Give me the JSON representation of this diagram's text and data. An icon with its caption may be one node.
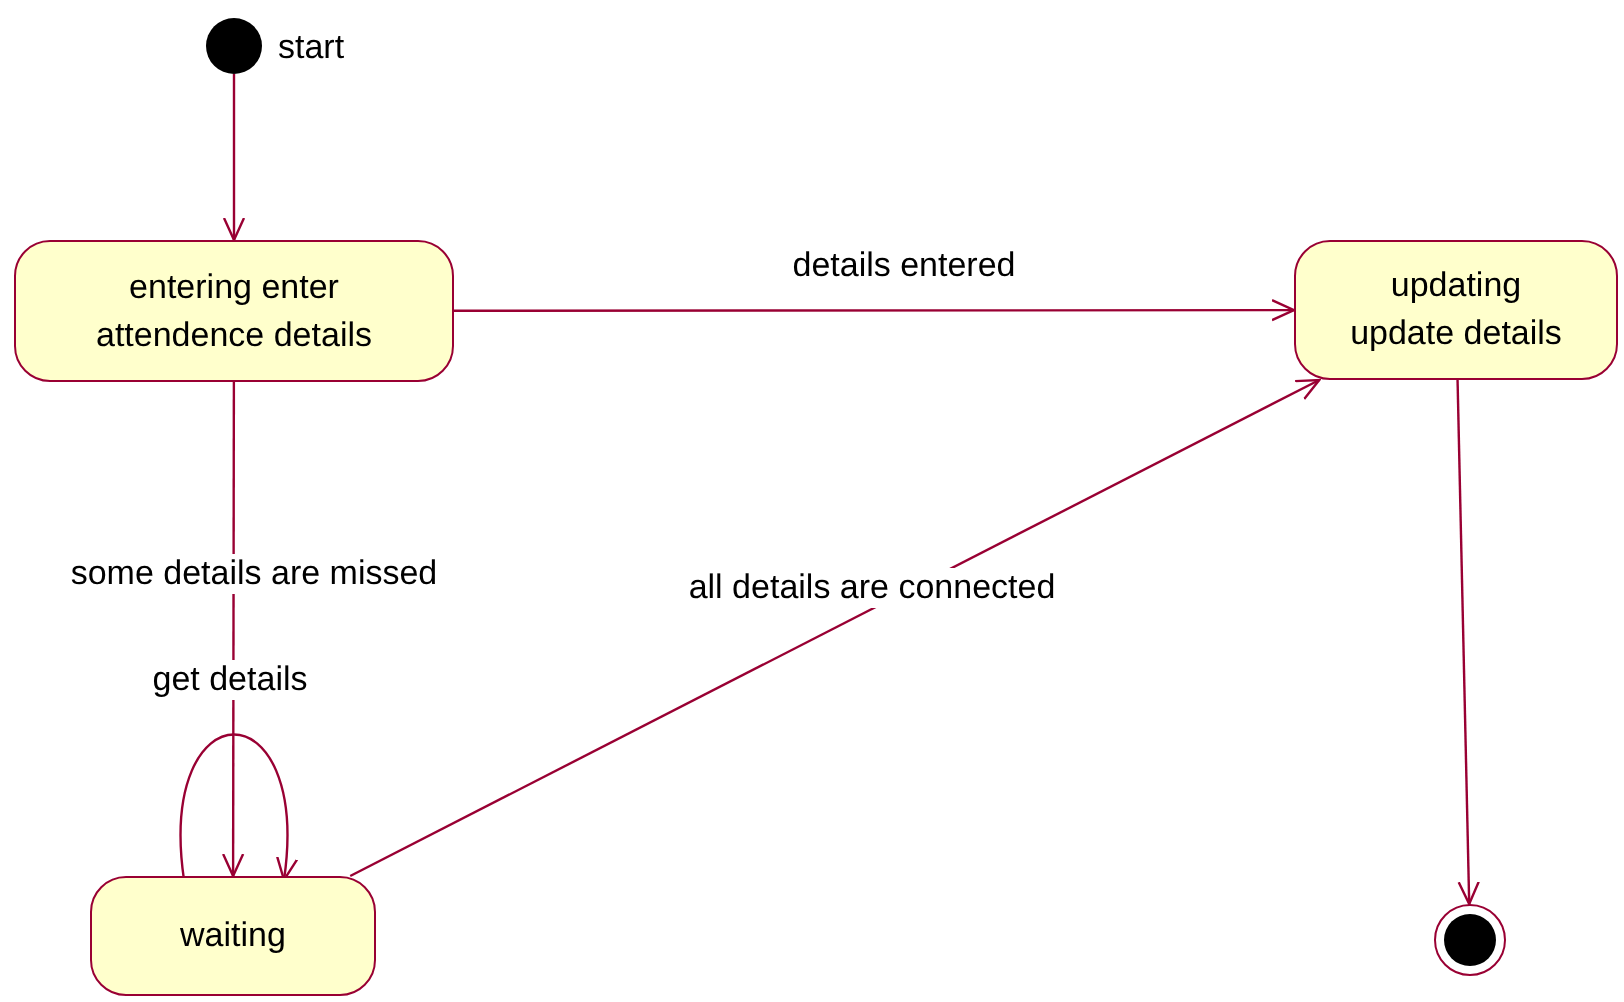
{
  "diagram": {
    "nodes": [
      {
        "text": [],
        "shape": "circle",
        "beside": [
          "start"
        ]
      },
      {
        "text": [
          "entering enter attendence details"
        ]
      },
      {
        "text": [
          "updating",
          "update details"
        ]
      },
      {
        "text": [
          "waiting"
        ]
      },
      {
        "text": [],
        "shape": "circle"
      }
    ],
    "edges": [
      {
        "from": 0,
        "to": 1,
        "arrow": "to"
      },
      {
        "from": 1,
        "to": 2,
        "arrow": "to",
        "label": "details entered"
      },
      {
        "from": 1,
        "to": 3,
        "arrow": "to",
        "label": "some details are missed"
      },
      {
        "from": 3,
        "to": 3,
        "arrow": "to",
        "label": "get details"
      },
      {
        "from": 3,
        "to": 2,
        "arrow": "to",
        "label": "all details are connected"
      },
      {
        "from": 2,
        "to": 4,
        "arrow": "to"
      }
    ]
  }
}
